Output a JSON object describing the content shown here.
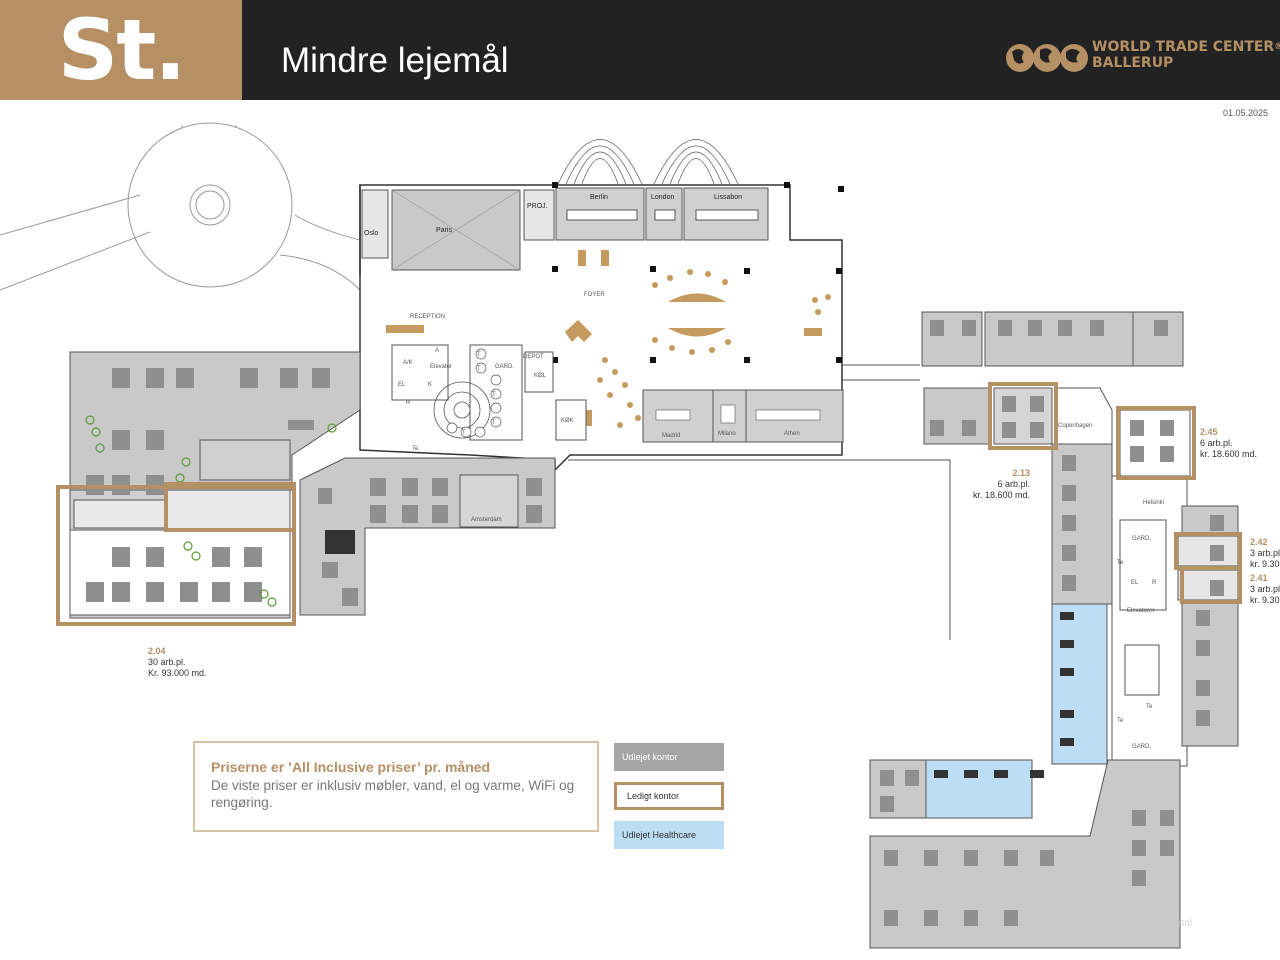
{
  "header": {
    "floor": "St.",
    "title": "Mindre lejemål",
    "brand_line1": "WORLD TRADE CENTER",
    "brand_line2": "BALLERUP",
    "reg_mark": "®"
  },
  "date": "01.05.2025",
  "rooms": {
    "oslo": "Oslo",
    "paris": "Paris",
    "proj": "PROJ.",
    "berlin": "Berlin",
    "london": "London",
    "lissabon": "Lissabon",
    "foyer": "FOYER",
    "reception": "RECEPTION",
    "ak": "A/K",
    "elevator": "Elevator",
    "el": "EL",
    "k": "K",
    "r": "R",
    "te": "Te",
    "gard": "GARD.",
    "depot": "DEPOT",
    "kol": "KØL",
    "kok": "KØK",
    "madrid": "Madrid",
    "milano": "Milano",
    "athen": "Athen",
    "amsterdam": "Amsterdam",
    "copenhagen": "Copenhagen",
    "helsinki": "Helsinki",
    "elevatorer": "Elevatorer",
    "a": "A",
    "t": "T"
  },
  "offers": [
    {
      "code": "2.04",
      "seats": "30 arb.pl.",
      "price": "Kr. 93.000 md."
    },
    {
      "code": "2.13",
      "seats": "6 arb.pl.",
      "price": "kr. 18.600 md."
    },
    {
      "code": "2.45",
      "seats": "6 arb.pl.",
      "price": "kr. 18.600 md."
    },
    {
      "code": "2.42",
      "seats": "3 arb.pl",
      "price": "kr. 9.30"
    },
    {
      "code": "2.41",
      "seats": "3 arb.pl",
      "price": "kr. 9.30"
    }
  ],
  "info": {
    "title": "Priserne er ’All Inclusive priser’ pr. måned",
    "text": "De viste priser er inklusiv møbler, vand, el og varme, WiFi og rengøring."
  },
  "legend": {
    "rented": "Udlejet kontor",
    "free": "Ledigt kontor",
    "healthcare": "Udlejet Healthcare"
  },
  "watermark": "boligportal",
  "colors": {
    "accent": "#B49064",
    "header_bg": "#222222",
    "rented": "#A5A5A5",
    "healthcare": "#BDDDF5",
    "free_outline": "#B49064"
  }
}
